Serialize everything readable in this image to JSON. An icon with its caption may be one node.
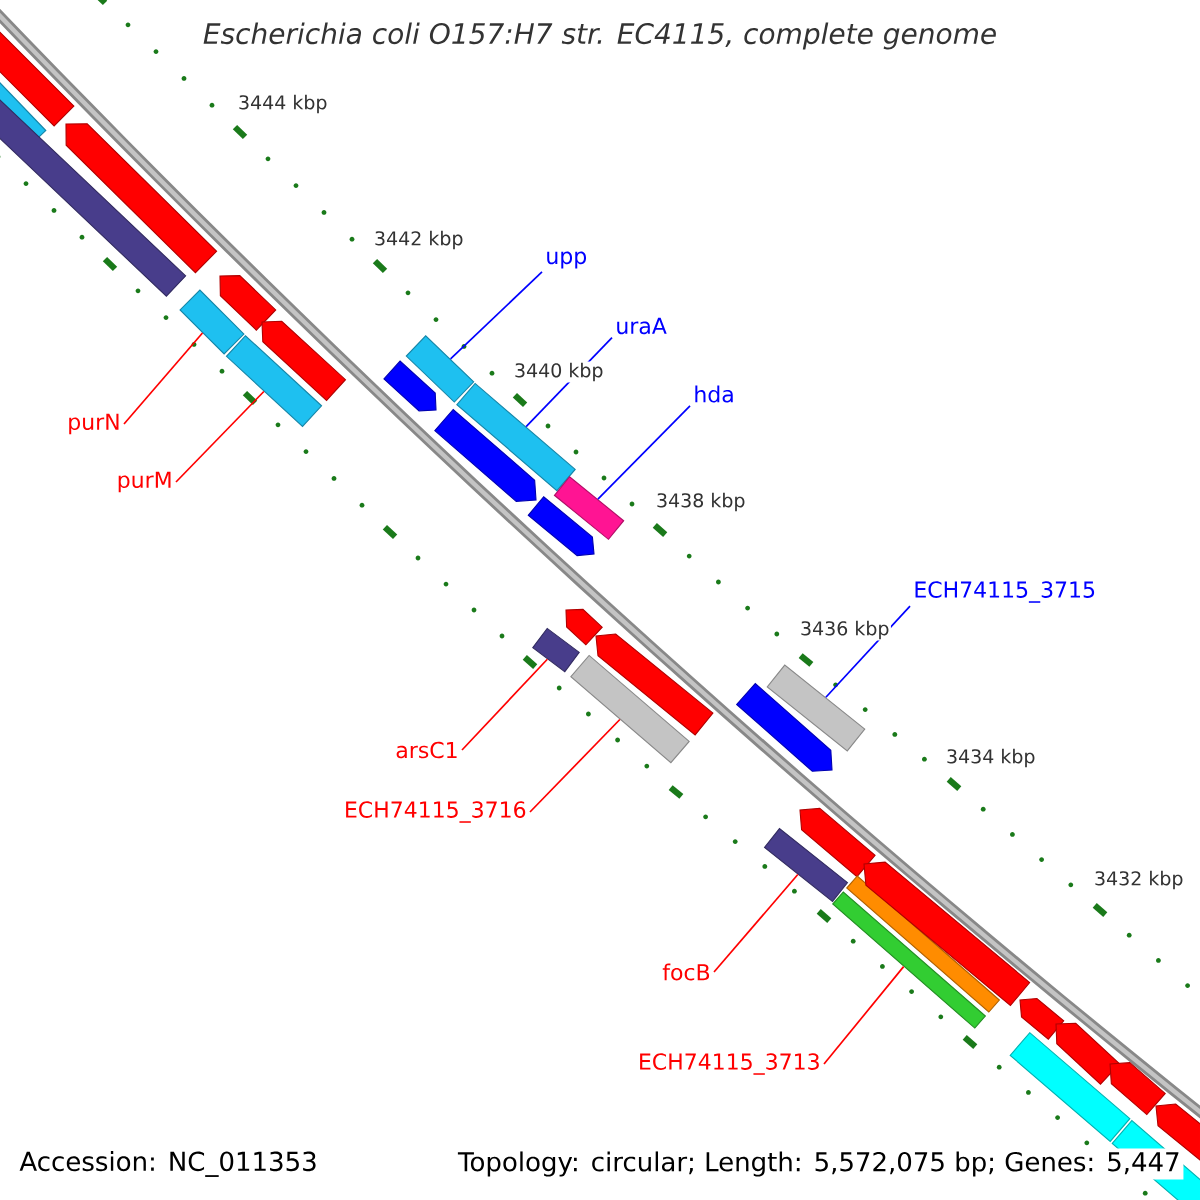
{
  "diagram": {
    "title": "Escherichia coli O157:H7 str. EC4115, complete genome",
    "nodes": [
      {
        "text": [
          "upp"
        ]
      },
      {
        "text": [
          "uraA"
        ]
      },
      {
        "text": [
          "hda"
        ]
      },
      {
        "text": [
          "ECH74115_3715"
        ]
      },
      {
        "text": [
          "purN"
        ]
      },
      {
        "text": [
          "purM"
        ]
      },
      {
        "text": [
          "arsC1"
        ]
      },
      {
        "text": [
          "ECH74115_3716"
        ]
      },
      {
        "text": [
          "focB"
        ]
      },
      {
        "text": [
          "ECH74115_3713"
        ]
      },
      {
        "text": [],
        "shape": "bar"
      },
      {
        "text": [],
        "shape": "bar"
      },
      {
        "text": [],
        "shape": "bar"
      },
      {
        "text": [],
        "shape": "arrow"
      },
      {
        "text": [],
        "shape": "bar"
      },
      {
        "text": [],
        "shape": "arrow"
      },
      {
        "text": [],
        "shape": "bar"
      },
      {
        "text": [],
        "shape": "arrow"
      },
      {
        "text": [],
        "shape": "arrow"
      },
      {
        "text": [],
        "shape": "bar"
      },
      {
        "text": [],
        "shape": "arrow"
      },
      {
        "text": [],
        "shape": "bar"
      },
      {
        "text": [],
        "shape": "arrow"
      },
      {
        "text": [],
        "shape": "bar"
      },
      {
        "text": [],
        "shape": "bar"
      },
      {
        "text": [],
        "shape": "arrow"
      },
      {
        "text": [],
        "shape": "bar"
      },
      {
        "text": [],
        "shape": "arrow"
      },
      {
        "text": [],
        "shape": "arrow"
      },
      {
        "text": [],
        "shape": "bar"
      },
      {
        "text": [],
        "shape": "bar"
      },
      {
        "text": [],
        "shape": "arrow"
      },
      {
        "text": [],
        "shape": "bar"
      },
      {
        "text": [],
        "shape": "bar"
      },
      {
        "text": [],
        "shape": "arrow"
      },
      {
        "text": [],
        "shape": "arrow"
      },
      {
        "text": [],
        "shape": "bar"
      },
      {
        "text": [],
        "shape": "arrow"
      },
      {
        "text": [],
        "shape": "arrow"
      },
      {
        "text": [],
        "shape": "bar"
      },
      {
        "text": [],
        "shape": "arrow"
      }
    ],
    "edges": [
      {
        "from": 0,
        "to": 19,
        "arrow": "none",
        "color": "#0000ff"
      },
      {
        "from": 1,
        "to": 21,
        "arrow": "none",
        "color": "#0000ff"
      },
      {
        "from": 2,
        "to": 23,
        "arrow": "none",
        "color": "#0000ff"
      },
      {
        "from": 3,
        "to": 29,
        "arrow": "none",
        "color": "#0000ff"
      },
      {
        "from": 4,
        "to": 14,
        "arrow": "none"
      },
      {
        "from": 5,
        "to": 16,
        "arrow": "none"
      },
      {
        "from": 6,
        "to": 24,
        "arrow": "none"
      },
      {
        "from": 7,
        "to": 26,
        "arrow": "none"
      },
      {
        "from": 8,
        "to": 30,
        "arrow": "none"
      },
      {
        "from": 9,
        "to": 32,
        "arrow": "none"
      }
    ],
    "labels": [
      "3444 kbp",
      "3442 kbp",
      "3440 kbp",
      "3438 kbp",
      "3436 kbp",
      "3434 kbp",
      "3432 kbp",
      "Accession: NC_011353",
      "Topology: circular; Length: 5,572,075 bp; Genes: 5,447"
    ]
  }
}
